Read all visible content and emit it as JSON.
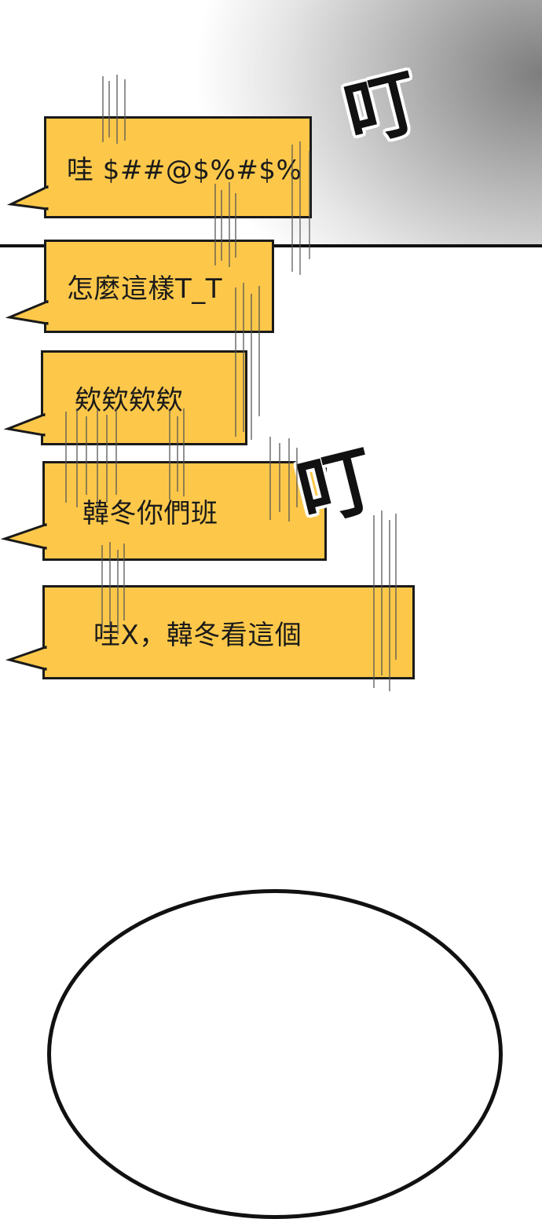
{
  "bubbles": [
    {
      "text": "哇 $##@$%#$%"
    },
    {
      "text": "怎麼這樣T_T"
    },
    {
      "text": "欸欸欸欸"
    },
    {
      "text": "韓冬你們班"
    },
    {
      "text": "哇X，韓冬看這個"
    }
  ],
  "sfx": [
    {
      "text": "叮"
    },
    {
      "text": "叮"
    }
  ],
  "colors": {
    "bubble_fill": "#fdc84a",
    "outline": "#1a1a1a"
  }
}
